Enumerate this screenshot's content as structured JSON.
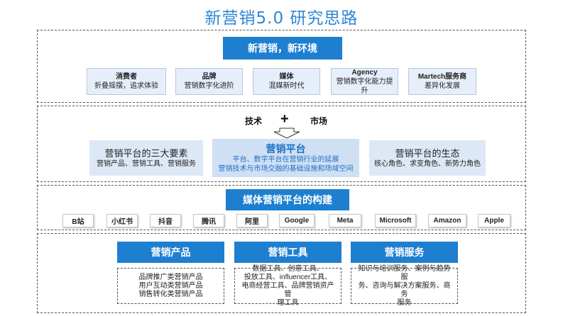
{
  "title": "新营销5.0 研究思路",
  "env": {
    "header": "新营销，新环境",
    "items": [
      {
        "title": "消费者",
        "desc": "折叠摇摆，追求体验"
      },
      {
        "title": "品牌",
        "desc": "营销数字化进阶"
      },
      {
        "title": "媒体",
        "desc": "混媒新时代"
      },
      {
        "title": "Agency",
        "desc": "营销数字化能力提升"
      },
      {
        "title": "Martech服务商",
        "desc": "差异化发展"
      }
    ]
  },
  "combine": {
    "left": "技术",
    "plus": "+",
    "right": "市场"
  },
  "platform_boxes": {
    "left": {
      "title": "营销平台的三大要素",
      "desc": "营销产品、营销工具、营销服务"
    },
    "center": {
      "title": "营销平台",
      "desc1": "平台、数字平台在营销行业的延展",
      "desc2": "营销技术与市场交融的基础设施和场域空间"
    },
    "right": {
      "title": "营销平台的生态",
      "desc": "核心角色、求变角色、新势力角色"
    }
  },
  "media": {
    "header": "媒体营销平台的构建",
    "platforms": [
      "B站",
      "小红书",
      "抖音",
      "腾讯",
      "阿里",
      "Google",
      "Meta",
      "Microsoft",
      "Amazon",
      "Apple"
    ]
  },
  "outputs": [
    {
      "title": "营销产品",
      "lines": [
        "品牌推广类营销产品",
        "用户互动类营销产品",
        "销售转化类营销产品"
      ]
    },
    {
      "title": "营销工具",
      "lines": [
        "数据工具、创意工具、",
        "投放工具、influencer工具、",
        "电商经营工具、品牌营销资产管",
        "理工具"
      ]
    },
    {
      "title": "营销服务",
      "lines": [
        "知识与培训服务、案例与趋势服",
        "务、咨询与解决方案服务、商务",
        "服务"
      ]
    }
  ],
  "colors": {
    "accent": "#1e7fd0",
    "title": "#2e86d4",
    "light": "#e6eef9"
  }
}
